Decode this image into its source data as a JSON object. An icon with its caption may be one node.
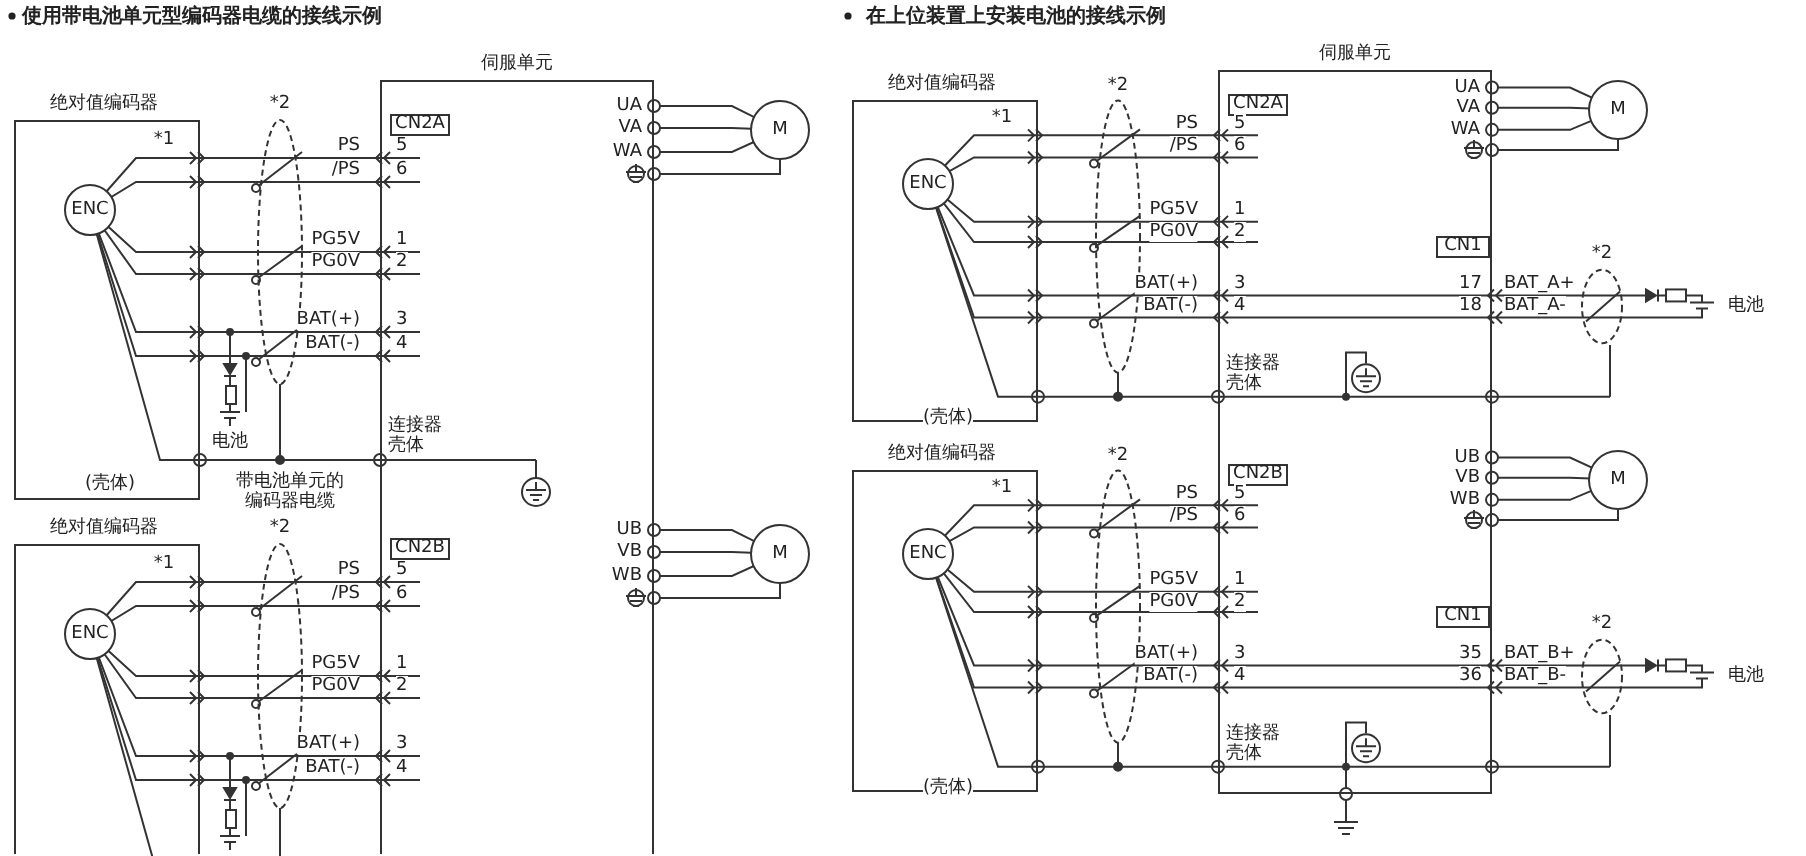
{
  "diagram": {
    "nodes": [
      {
        "text": [
          "伺服单元"
        ]
      },
      {
        "text": [
          "绝对值编码器"
        ]
      },
      {
        "text": [
          "ENC"
        ],
        "in": 1
      },
      {
        "text": [
          "CN2A"
        ],
        "in": 0
      },
      {
        "text": [
          "M"
        ]
      },
      {
        "text": [
          "绝对值编码器"
        ]
      },
      {
        "text": [
          "ENC"
        ],
        "in": 5
      },
      {
        "text": [
          "CN2B"
        ],
        "in": 0
      },
      {
        "text": [
          "M"
        ]
      },
      {
        "text": [
          "伺服单元"
        ]
      },
      {
        "text": [
          "绝对值编码器"
        ]
      },
      {
        "text": [
          "ENC"
        ],
        "in": 10
      },
      {
        "text": [
          "CN2A"
        ],
        "in": 9
      },
      {
        "text": [
          "CN1"
        ],
        "in": 9
      },
      {
        "text": [
          "M"
        ]
      },
      {
        "text": [
          "绝对值编码器"
        ]
      },
      {
        "text": [
          "ENC"
        ],
        "in": 15
      },
      {
        "text": [
          "CN2B"
        ],
        "in": 9
      },
      {
        "text": [
          "CN1"
        ],
        "in": 9
      },
      {
        "text": [
          "M"
        ]
      }
    ],
    "labels": [
      "使用带电池单元型编码器电缆的接线示例",
      "在上位装置上安装电池的接线示例",
      "*1",
      "*2",
      "PS",
      "5",
      "/PS",
      "6",
      "PG5V",
      "1",
      "PG0V",
      "2",
      "BAT(+)",
      "3",
      "BAT(-)",
      "4",
      "UA",
      "VA",
      "WA",
      "连接器壳体",
      "(壳体)",
      "电池",
      "带电池单元的编码器电缆",
      "*1",
      "*2",
      "PS",
      "5",
      "/PS",
      "6",
      "PG5V",
      "1",
      "PG0V",
      "2",
      "BAT(+)",
      "3",
      "BAT(-)",
      "4",
      "UB",
      "VB",
      "WB",
      "*1",
      "*2",
      "PS",
      "5",
      "/PS",
      "6",
      "PG5V",
      "1",
      "PG0V",
      "2",
      "BAT(+)",
      "3",
      "BAT(-)",
      "4",
      "UA",
      "VA",
      "WA",
      "连接器壳体",
      "(壳体)",
      "17",
      "BAT_A+",
      "18",
      "BAT_A-",
      "*2",
      "电池",
      "*1",
      "*2",
      "PS",
      "5",
      "/PS",
      "6",
      "PG5V",
      "1",
      "PG0V",
      "2",
      "BAT(+)",
      "3",
      "BAT(-)",
      "4",
      "UB",
      "VB",
      "WB",
      "连接器壳体",
      "(壳体)",
      "35",
      "BAT_B+",
      "36",
      "BAT_B-",
      "*2",
      "电池"
    ]
  }
}
